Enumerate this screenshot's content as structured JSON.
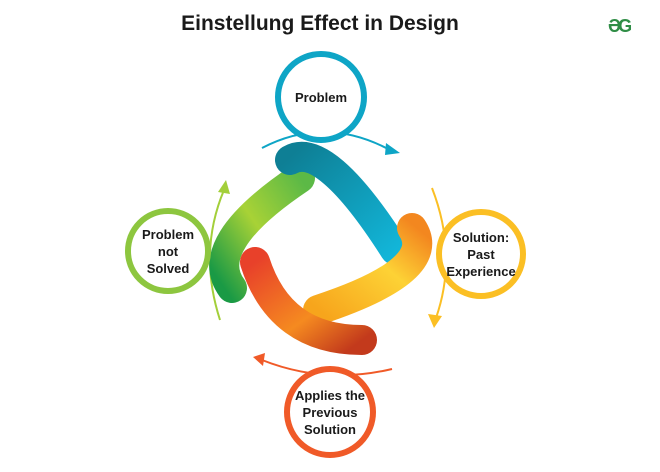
{
  "title": "Einstellung Effect in Design",
  "logo": "GfG",
  "steps": [
    {
      "label": "Problem",
      "color": "#0ea5c6"
    },
    {
      "label": "Solution: Past Experience",
      "color": "#fbbf24"
    },
    {
      "label": "Applies the Previous Solution",
      "color": "#f05a28"
    },
    {
      "label": "Problem not Solved",
      "color": "#8dc63f"
    }
  ]
}
